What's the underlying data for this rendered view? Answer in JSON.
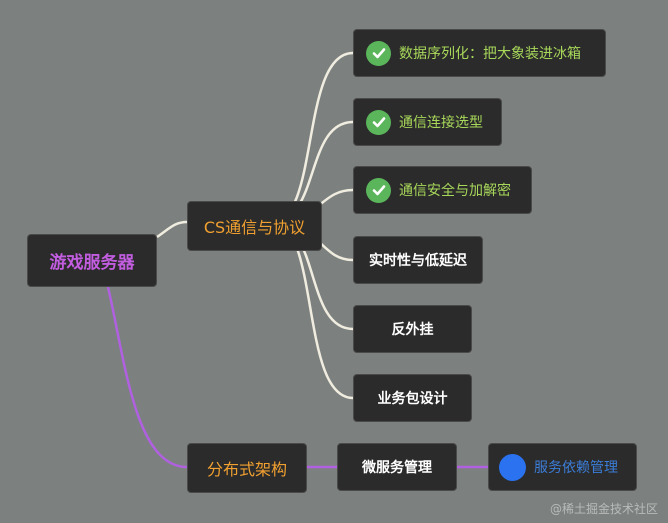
{
  "root": {
    "label": "游戏服务器"
  },
  "branches": {
    "cs": {
      "label": "CS通信与协议"
    },
    "dist": {
      "label": "分布式架构"
    }
  },
  "cs_children": [
    {
      "label": "数据序列化：把大象装进冰箱",
      "status": "check"
    },
    {
      "label": "通信连接选型",
      "status": "check"
    },
    {
      "label": "通信安全与加解密",
      "status": "check"
    },
    {
      "label": "实时性与低延迟"
    },
    {
      "label": "反外挂"
    },
    {
      "label": "业务包设计"
    }
  ],
  "dist_children": [
    {
      "label": "微服务管理"
    }
  ],
  "micro_children": [
    {
      "label": "服务依赖管理",
      "status": "circle"
    }
  ],
  "watermark": "@稀土掘金技术社区",
  "colors": {
    "background": "#7c817f",
    "node_bg": "#2b2b2b",
    "root_text": "#c25de0",
    "branch_text": "#f0a030",
    "done_text": "#a8d85a",
    "link_text": "#3b7dd8",
    "edge_cs": "#f0ede0",
    "edge_dist": "#b060e0"
  }
}
